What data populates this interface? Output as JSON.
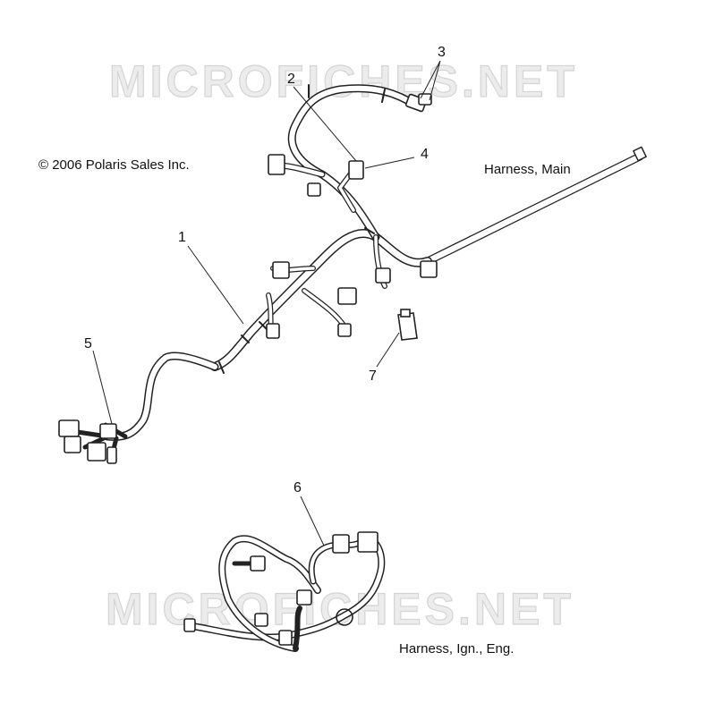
{
  "copyright": "© 2006 Polaris Sales Inc.",
  "watermark": "MICROFICHES.NET",
  "captions": {
    "main_harness": "Harness, Main",
    "ign_harness": "Harness, Ign., Eng."
  },
  "callouts": {
    "c1": "1",
    "c2": "2",
    "c3": "3",
    "c4": "4",
    "c5": "5",
    "c6": "6",
    "c7": "7"
  }
}
